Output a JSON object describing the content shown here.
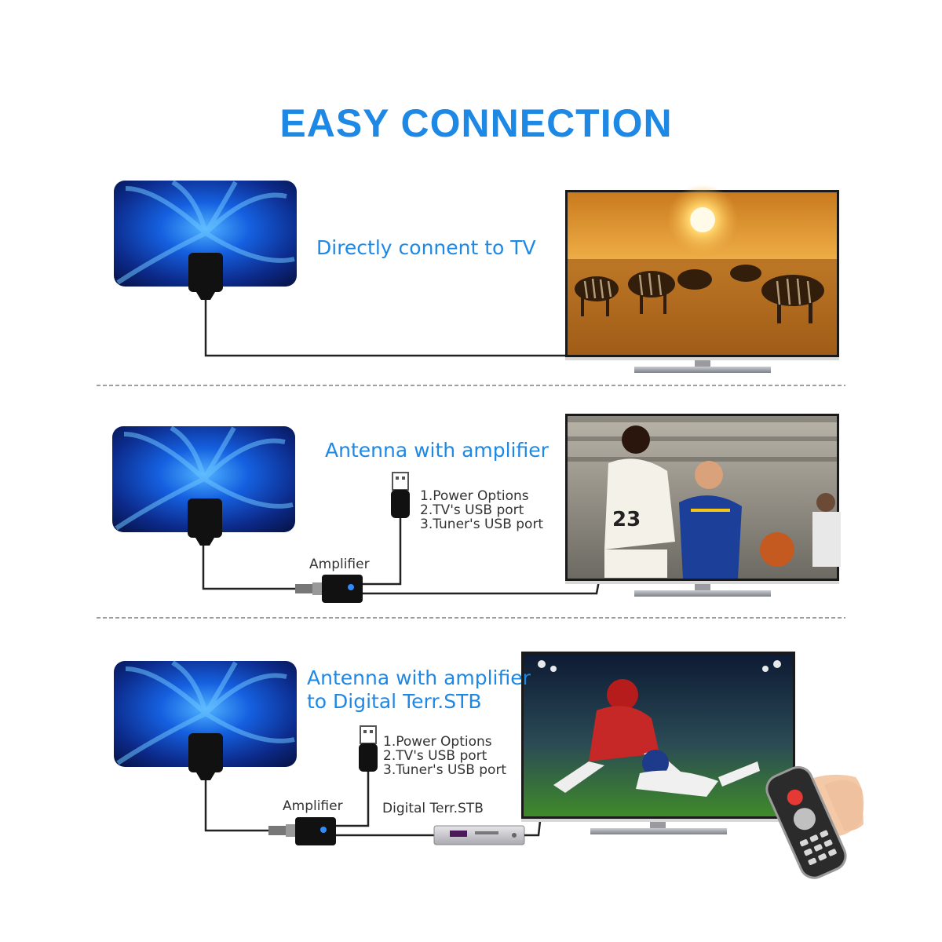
{
  "title": "EASY CONNECTION",
  "colors": {
    "accent": "#1e88e5",
    "antenna_dark": "#0a1a55",
    "antenna_light": "#2f8cff",
    "divider": "#9e9e9e",
    "cable": "#222222"
  },
  "rows": [
    {
      "label": "Directly connent to TV",
      "tv_screen": "savanna-zebras"
    },
    {
      "label": "Antenna with amplifier",
      "usb_options": [
        "1.Power Options",
        "2.TV's USB port",
        "3.Tuner's USB port"
      ],
      "amplifier_label": "Amplifier",
      "tv_screen": "basketball-game"
    },
    {
      "label_lines": [
        "Antenna with amplifier",
        "to Digital Terr.STB"
      ],
      "usb_options": [
        "1.Power Options",
        "2.TV's USB port",
        "3.Tuner's USB port"
      ],
      "amplifier_label": "Amplifier",
      "stb_label": "Digital Terr.STB",
      "tv_screen": "football-game"
    }
  ],
  "icons": [
    "antenna-panel-icon",
    "usb-plug-icon",
    "amplifier-icon",
    "set-top-box-icon",
    "remote-control-icon",
    "tv-icon"
  ]
}
